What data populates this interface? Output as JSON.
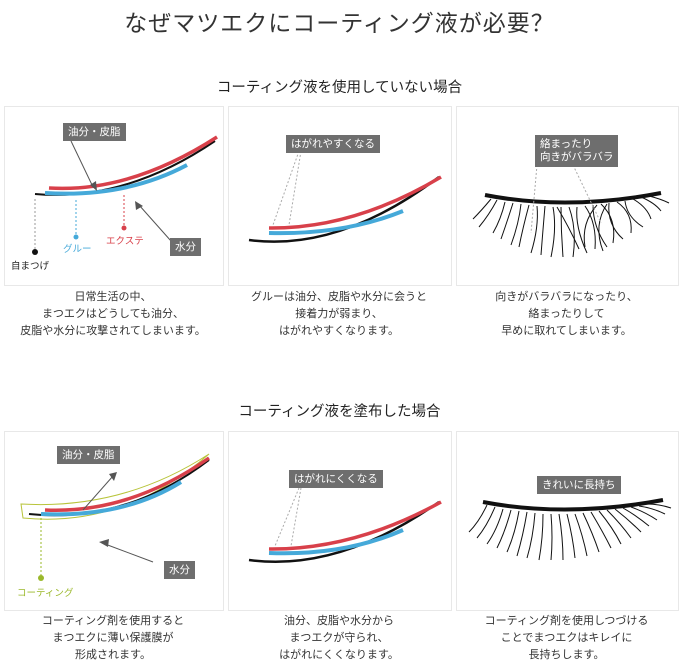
{
  "title": "なぜマツエクにコーティング液が必要？",
  "section1": {
    "title": "コーティング液を使用していない場合",
    "panel1": {
      "tag_oil": "油分・皮脂",
      "tag_water": "水分",
      "label_natural": "自まつげ",
      "label_glue": "グルー",
      "label_ext": "エクステ",
      "caption": [
        "日常生活の中、",
        "まつエクはどうしても油分、",
        "皮脂や水分に攻撃されてしまいます。"
      ]
    },
    "panel2": {
      "tag": "はがれやすくなる",
      "caption": [
        "グルーは油分、皮脂や水分に会うと",
        "接着力が弱まり、",
        "はがれやすくなります。"
      ]
    },
    "panel3": {
      "tag_lines": [
        "絡まったり",
        "向きがバラバラ"
      ],
      "caption": [
        "向きがバラバラになったり、",
        "絡まったりして",
        "早めに取れてしまいます。"
      ]
    }
  },
  "section2": {
    "title": "コーティング液を塗布した場合",
    "panel1": {
      "tag_oil": "油分・皮脂",
      "tag_water": "水分",
      "label_coating": "コーティング",
      "caption": [
        "コーティング剤を使用すると",
        "まつエクに薄い保護膜が",
        "形成されます。"
      ]
    },
    "panel2": {
      "tag": "はがれにくくなる",
      "caption": [
        "油分、皮脂や水分から",
        "まつエクが守られ、",
        "はがれにくくなります。"
      ]
    },
    "panel3": {
      "tag": "きれいに長持ち",
      "caption": [
        "コーティング剤を使用しつづける",
        "ことでまつエクはキレイに",
        "長持ちします。"
      ]
    }
  },
  "colors": {
    "red": "#d8404a",
    "blue": "#45a9d9",
    "black": "#111111",
    "coating_outline": "#b8c43a",
    "coating_dot": "#9ab82a",
    "tag_bg": "#6e6e6e",
    "panel_border": "#e8e8e8"
  }
}
